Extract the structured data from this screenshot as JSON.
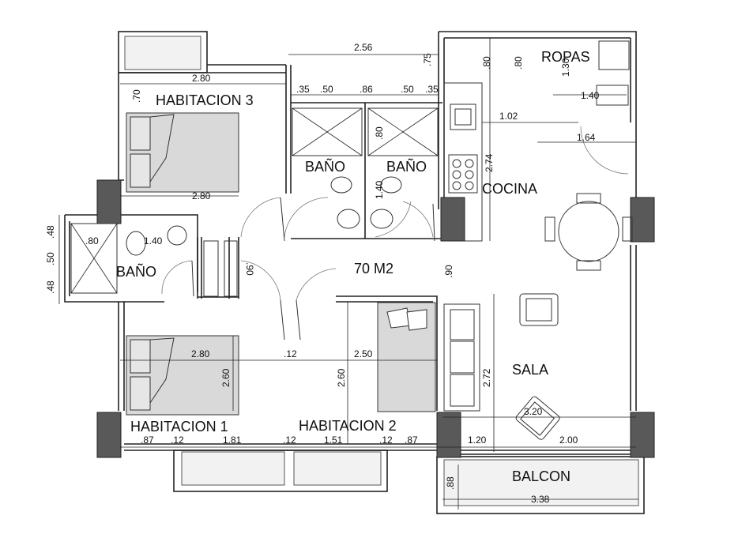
{
  "rooms": {
    "habitacion3": "HABITACION 3",
    "bano_left": "BAÑO",
    "bano_center_left": "BAÑO",
    "bano_center_right": "BAÑO",
    "cocina": "COCINA",
    "ropas": "ROPAS",
    "area": "70 M2",
    "sala": "SALA",
    "habitacion1": "HABITACION 1",
    "habitacion2": "HABITACION 2",
    "balcon": "BALCON"
  },
  "dims": {
    "top_256": "2.56",
    "top_75": ".75",
    "h3_280_top": "2.80",
    "h3_70": ".70",
    "b35a": ".35",
    "b50a": ".50",
    "b86": ".86",
    "b50b": ".50",
    "b35b": ".35",
    "r80a": ".80",
    "r80b": ".80",
    "r130": "1.30",
    "r140": "1.40",
    "k102": "1.02",
    "k164": "1.64",
    "k274": "2.74",
    "b80v": ".80",
    "b140v": "1.40",
    "h3_280_bot": "2.80",
    "lb48a": ".48",
    "lb50": ".50",
    "lb48b": ".48",
    "lb80": ".80",
    "lb140": "1.40",
    "c90a": ".90",
    "c90b": ".90",
    "h1_280": "2.80",
    "h1_260": "2.60",
    "c12": ".12",
    "h2_250": "2.50",
    "h2_260": "2.60",
    "s272": "2.72",
    "s320": "3.20",
    "bt87a": ".87",
    "bt12a": ".12",
    "bt181": "1.81",
    "bt12b": ".12",
    "bt151": "1.51",
    "bt12c": ".12",
    "bt87b": ".87",
    "bt120": "1.20",
    "bt200": "2.00",
    "bal88": ".88",
    "bal338": "3.38"
  }
}
